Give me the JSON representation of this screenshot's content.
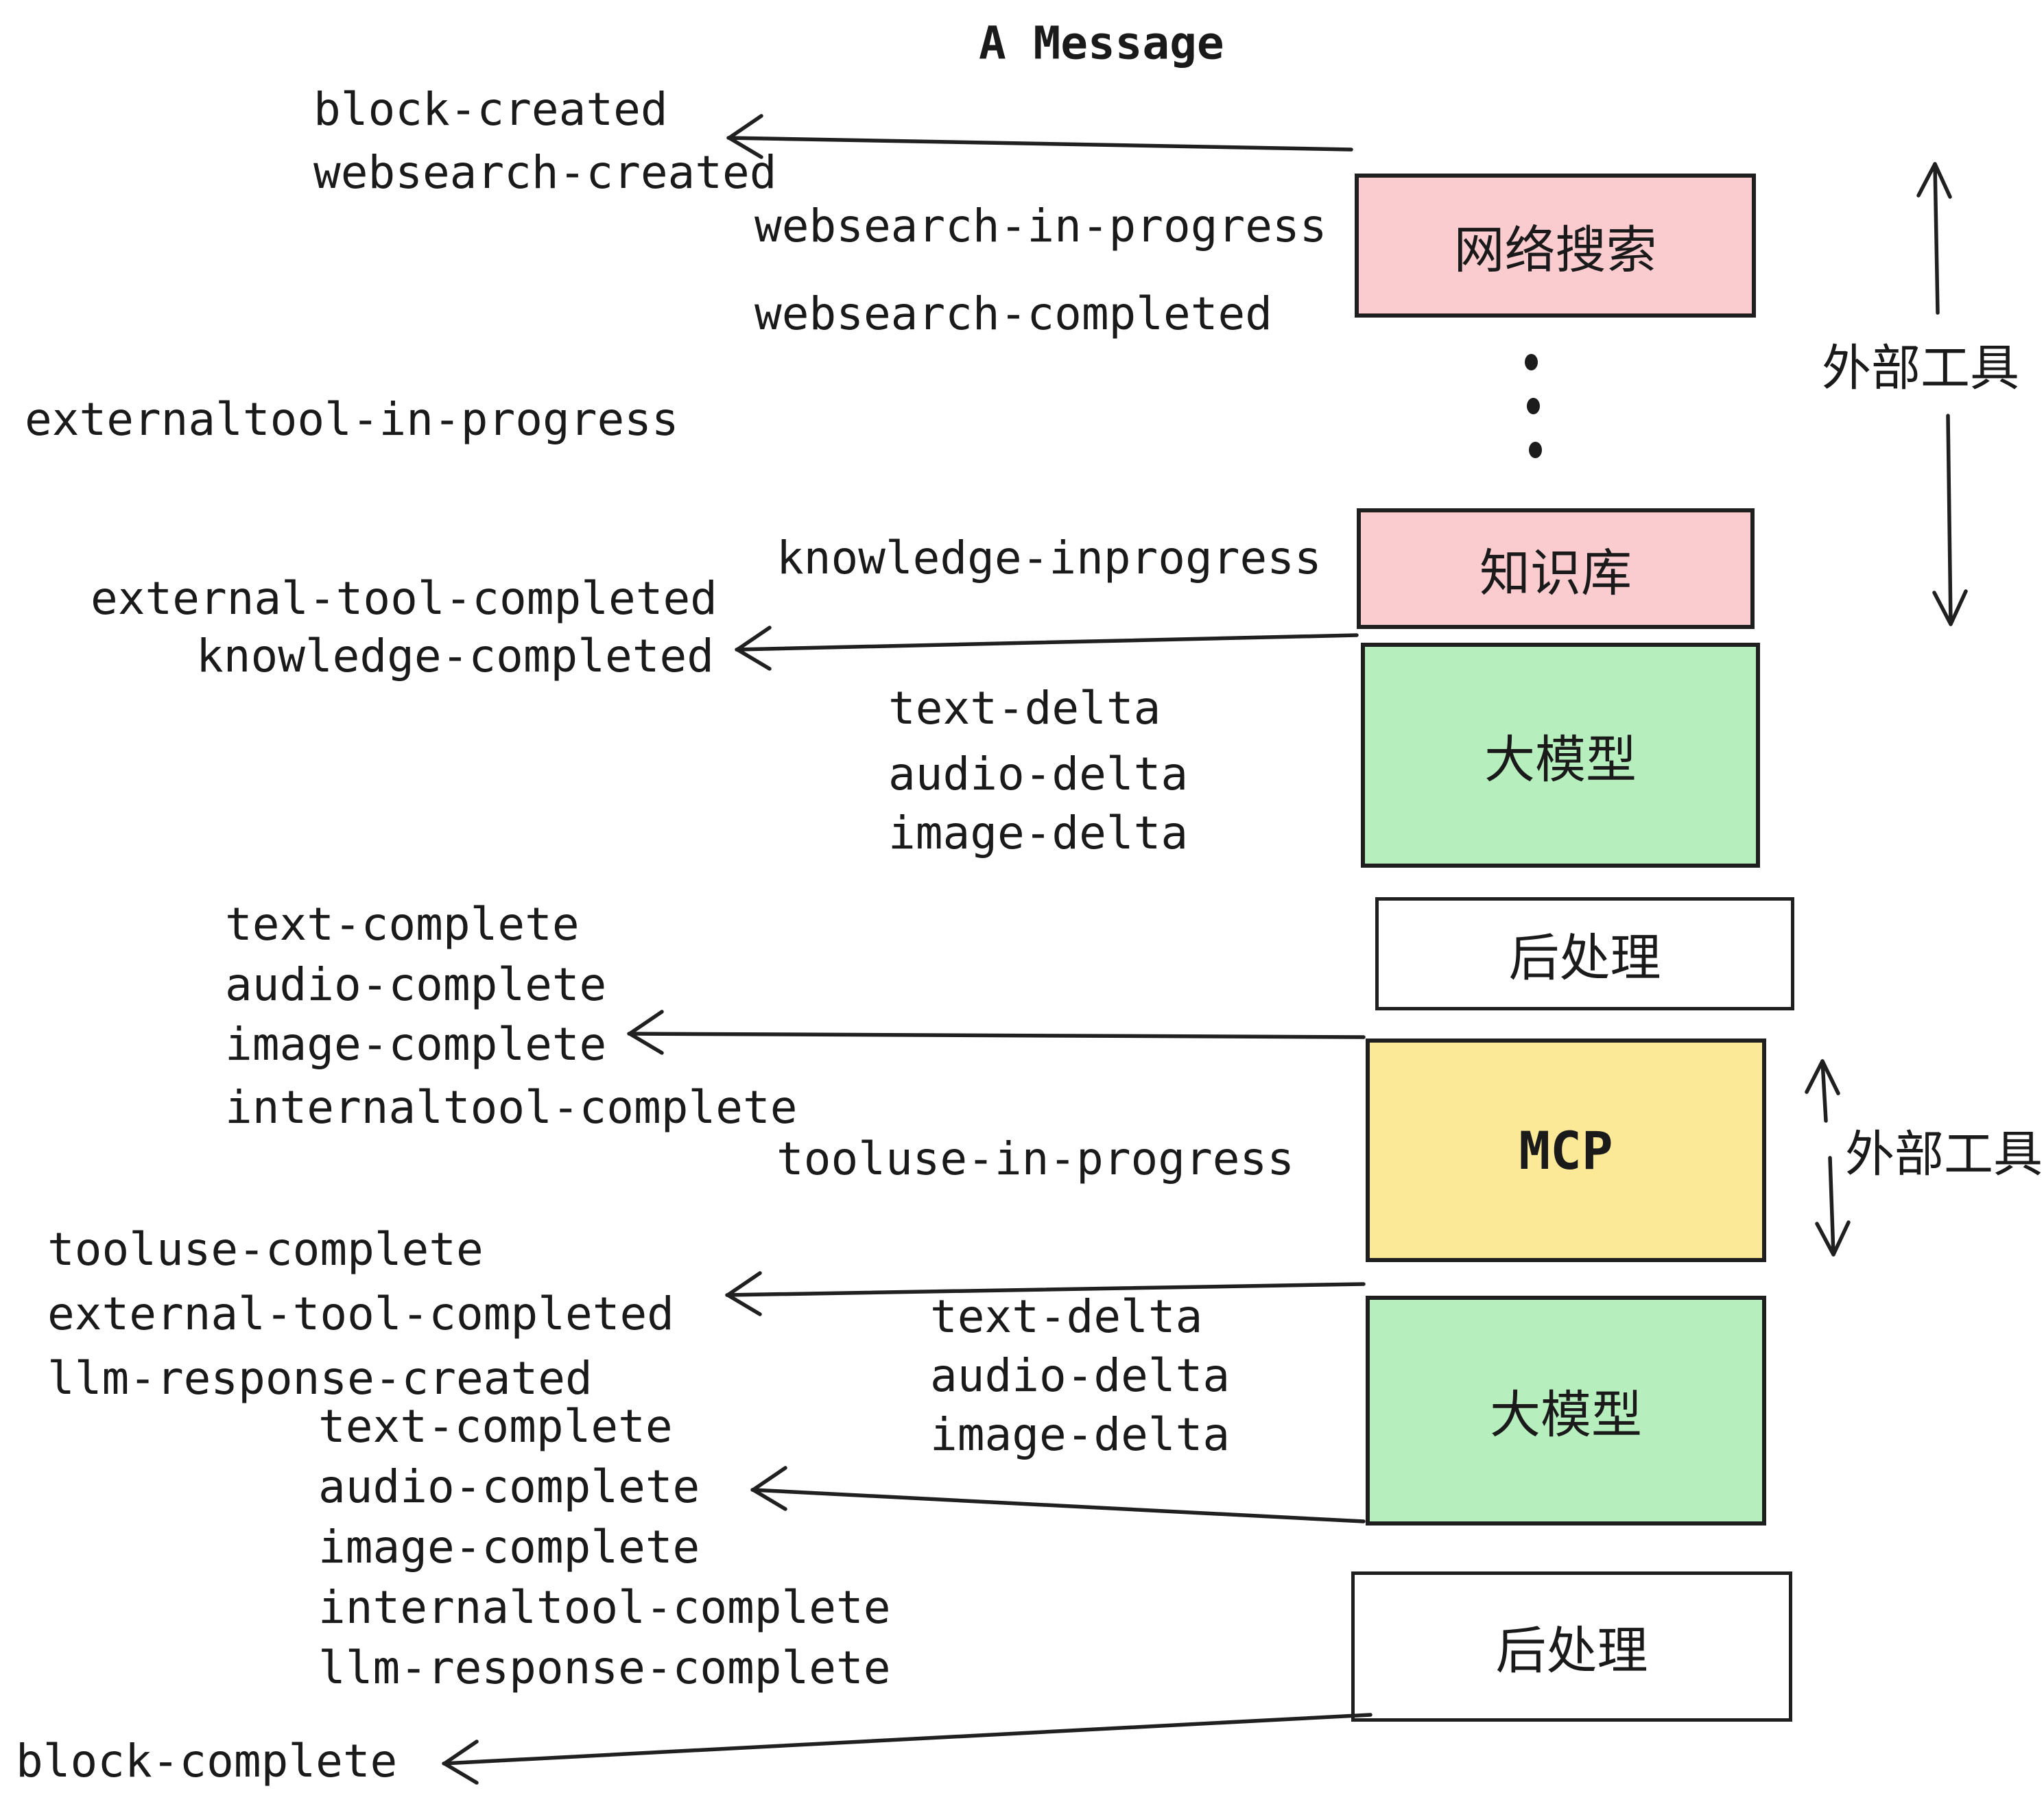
{
  "title": "A Message",
  "boxes": [
    {
      "label": "网络搜索",
      "meaning": "web-search",
      "fill": "#FBCCCF"
    },
    {
      "label": "知识库",
      "meaning": "knowledge-base",
      "fill": "#FBCCCF"
    },
    {
      "label": "大模型",
      "meaning": "large-model",
      "fill": "#B7EEBE"
    },
    {
      "label": "后处理",
      "meaning": "post-processing",
      "fill": "#FFFFFF"
    },
    {
      "label": "MCP",
      "meaning": "mcp-tool",
      "fill": "#FBE997"
    },
    {
      "label": "大模型",
      "meaning": "large-model",
      "fill": "#B7EEBE"
    },
    {
      "label": "后处理",
      "meaning": "post-processing",
      "fill": "#FFFFFF"
    }
  ],
  "side_labels": [
    "外部工具",
    "外部工具"
  ],
  "events": [
    "block-created",
    "websearch-created",
    "websearch-in-progress",
    "websearch-completed",
    "externaltool-in-progress",
    "knowledge-inprogress",
    "external-tool-completed",
    "knowledge-completed",
    "text-delta",
    "audio-delta",
    "image-delta",
    "text-complete",
    "audio-complete",
    "image-complete",
    "internaltool-complete",
    "tooluse-in-progress",
    "tooluse-complete",
    "external-tool-completed",
    "llm-response-created",
    "text-delta",
    "audio-delta",
    "image-delta",
    "text-complete",
    "audio-complete",
    "image-complete",
    "internaltool-complete",
    "llm-response-complete",
    "block-complete"
  ],
  "colors": {
    "background": "#FFFFFF",
    "stroke": "#202020",
    "text": "#1A1A1A",
    "pink": "#FBCCCF",
    "green": "#B7EEBE",
    "yellow": "#FBE997"
  }
}
